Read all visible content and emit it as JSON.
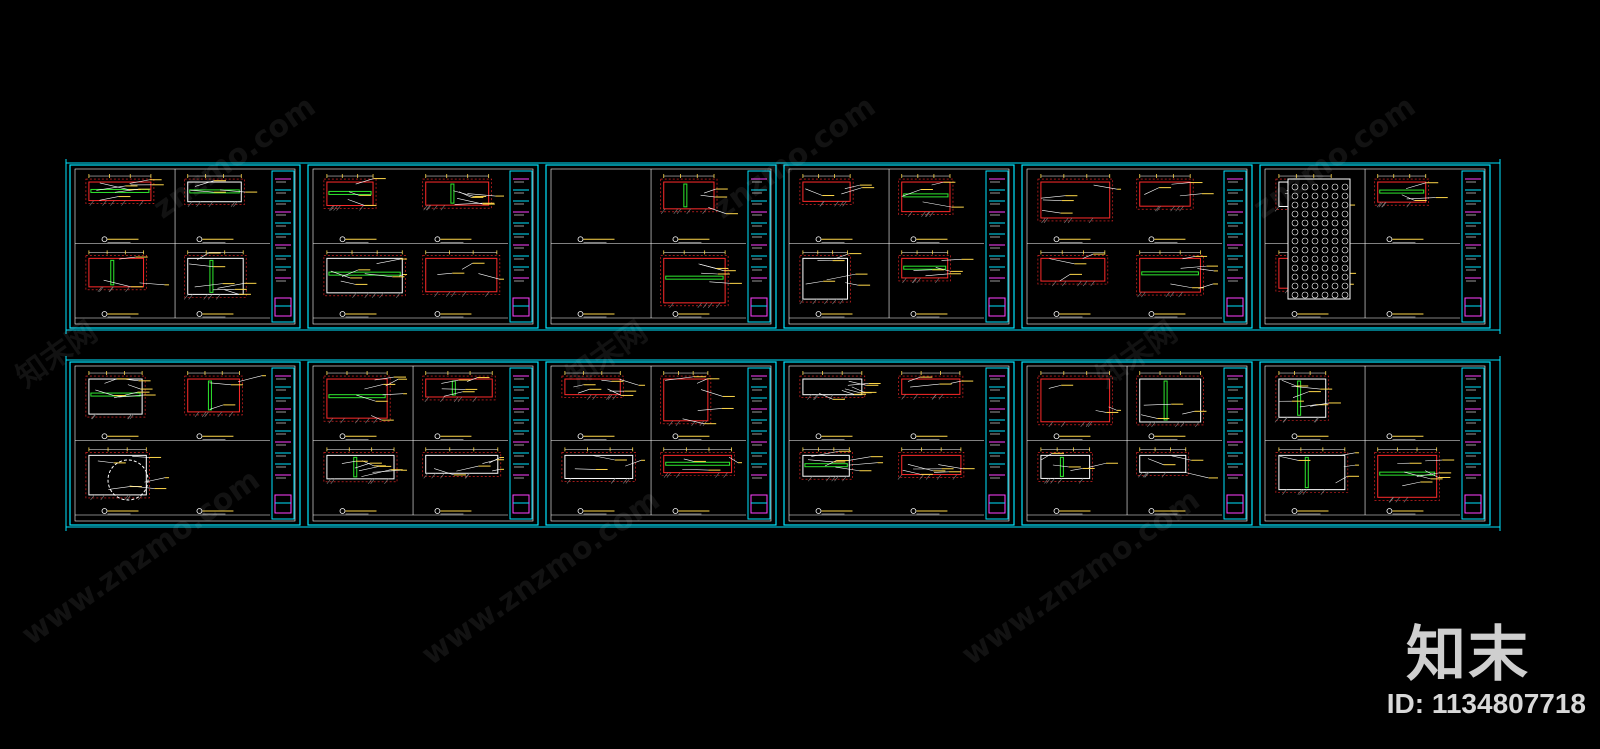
{
  "watermark": {
    "site": "znzmo.com",
    "site_www": "www.znzmo.com",
    "cn": "知末网"
  },
  "brand": {
    "logo_text": "知末",
    "id_text": "ID: 1134807718"
  },
  "colors": {
    "background": "#000000",
    "sheet_border": "#00e5ff",
    "red": "#ff2a2a",
    "green": "#2ee82e",
    "yellow": "#ffd84a",
    "white": "#ffffff",
    "magenta": "#ff40ff",
    "gray": "#7f7f7f"
  },
  "drawing": {
    "rows": 2,
    "sheets_per_row": 6,
    "sheet_count": 12
  }
}
